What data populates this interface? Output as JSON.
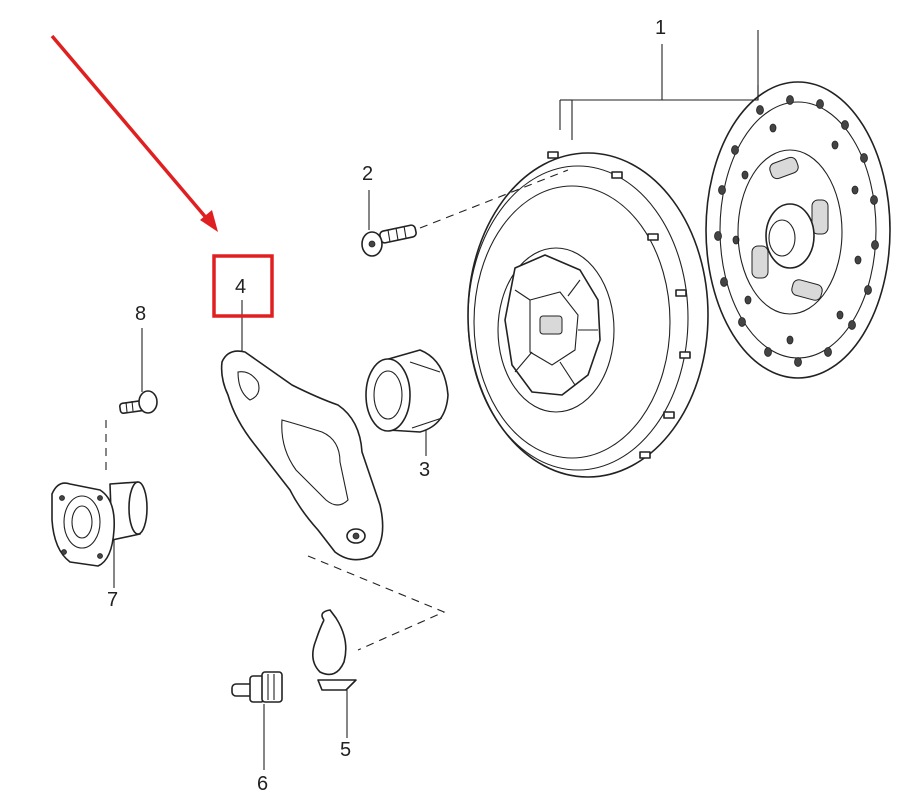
{
  "labels": {
    "part_1": "1",
    "part_2": "2",
    "part_3": "3",
    "part_4": "4",
    "part_5": "5",
    "part_6": "6",
    "part_7": "7",
    "part_8": "8"
  },
  "colors": {
    "highlight": "#e02020",
    "line": "#222222",
    "background": "#ffffff"
  },
  "highlighted_part": "4"
}
